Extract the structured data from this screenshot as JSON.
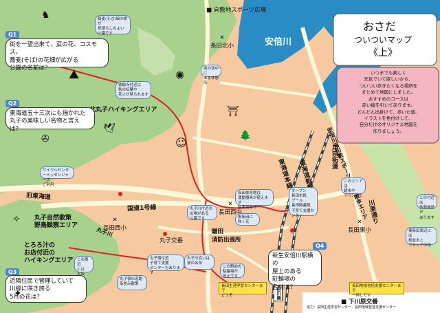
{
  "title": {
    "main": "おさだ",
    "sub": "ついついマップ",
    "part": "《上》",
    "intro": "いつまでも楽しく\n元気でいて欲しいから、\nついつい歩きたくなる場所を\nまとめて地図にしました。\nおすすめのコースは\n赤い線を引いてあります。\nどんどん出掛けて、歩いた道、\nイラストを色付けして、\n自分だけのオリジナル地図を\n作りましょう。"
  },
  "places": {
    "kobuchi_sports": "向敷地スポーツ広場",
    "abekawa": "安倍川",
    "osada_kita_es": "長田北小",
    "osada_nishi_jhs": "長田西中",
    "kamata_fire": "鎌田\n消防出張所",
    "osada_higashi_es": "長田東小",
    "osada_minami_es": "長田西小",
    "maruko_police": "丸子交番",
    "shimokawahara_police": "下川原交番"
  },
  "areas": {
    "kitamaruko": "北丸子ハイキングエリア",
    "maruko_nature": "丸子自然散策\n野鳥観察エリア",
    "tororo": "とろろ汁の\nお店付近の\nハイキングエリア"
  },
  "roads": {
    "old_tokaido": "旧東海道",
    "route1": "国道1号線",
    "tokaido_line": "東海道本線",
    "shinkansen": "東海道新幹線",
    "yomune": "用宗街道",
    "abekawa_promenade": "安倍川河川敷スポーツ＆桜の散歩エリア",
    "kawahara_st": "川原通り",
    "marukogawa": "丸子川",
    "bridge": "安倍川橋"
  },
  "questions": {
    "q1": {
      "tag": "Q1",
      "text": "街を一望出来て、菜の花、コスモス、\n蕎麦(そば)の花畑が広がる\n公園の名前は？"
    },
    "q2": {
      "tag": "Q2",
      "text": "東海道五十三次にも描かれた\n丸子の美味しい名物と言えば？"
    },
    "q3": {
      "tag": "Q3",
      "text": "近隣住民で管理していて\n川縁に咲き誇る\n5月の花は？"
    },
    "q4": {
      "tag": "Q4",
      "text": "新生安倍川駅横の\n屋上のある\n駐輪場の\n名前は？"
    }
  },
  "notes": {
    "n1": "蕎麦(そば)畑の横が\n見晴らしのよい\n公園です",
    "n2": "徳願寺付近は\n秋の紅葉や\n花火が見られます",
    "n3": "坂の途中に\nある休憩所",
    "n4": "サイクルセンターメッセンジャーズ\nご利用",
    "n5": "長田体育館は\n運動器具が使えます\n駐車場あり",
    "n6": "東新田に\n咲く花",
    "n7": "丸子宿付近\n子育て支援\nセンターもあります",
    "n8": "オープン\n長田市民\nプール\n長田図書館\n子育て支援センター",
    "n9": "丸子宿の道路\n街並み散策",
    "n10": "この駅前の\n駐輪場が\n答えです",
    "n11": "このエリアは\n朝市や\nイベントも",
    "n12": "東新田周辺には\n桜並木と\nアカシアの花",
    "n13": "丸子川沿いは\n桜の名所",
    "n14": "この周辺\nには\nお店",
    "n15": "丸子川付近の\n広場がある\n公園です",
    "n16": "この付近は\n休憩施設が\nあります"
  },
  "yellow": {
    "y1": "長田生涯学習センターまで\nどうぞ",
    "y2": "長田地域包括支援センターまで\n一押しです"
  },
  "credits": "協力：長田生涯学習センター、長田地域包括支援センター"
}
